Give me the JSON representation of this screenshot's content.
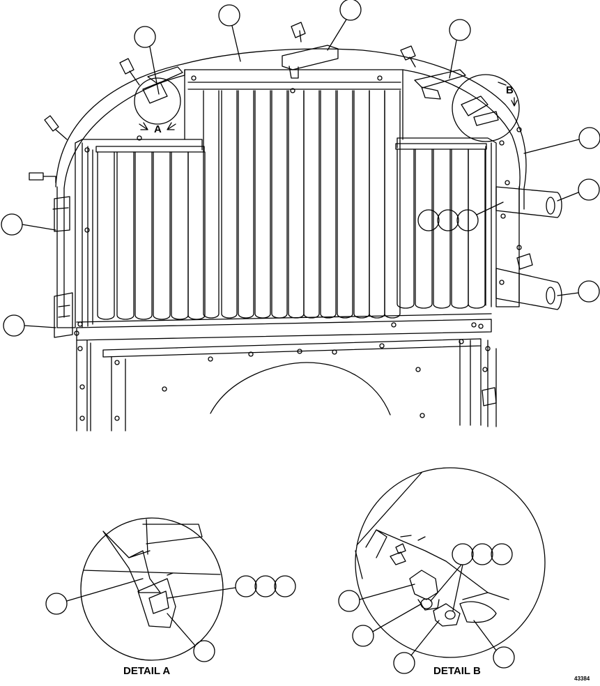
{
  "view_marks": {
    "a": "A",
    "b": "B"
  },
  "detail_titles": {
    "a": "DETAIL A",
    "b": "DETAIL B"
  },
  "figure_number": "43384",
  "colors": {
    "line": "#000000",
    "background": "#ffffff"
  }
}
